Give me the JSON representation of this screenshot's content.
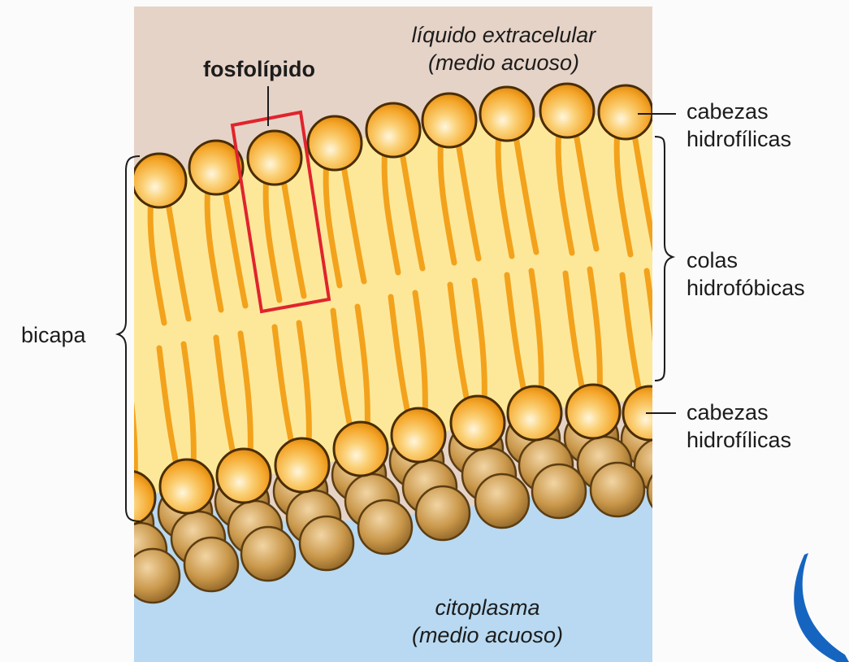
{
  "labels": {
    "extracellular_line1": "líquido extracelular",
    "extracellular_line2": "(medio acuoso)",
    "phospholipid": "fosfolípido",
    "heads_top_line1": "cabezas",
    "heads_top_line2": "hidrofílicas",
    "tails_line1": "colas",
    "tails_line2": "hidrofóbicas",
    "heads_bottom_line1": "cabezas",
    "heads_bottom_line2": "hidrofílicas",
    "bilayer": "bicapa",
    "cytoplasm_line1": "citoplasma",
    "cytoplasm_line2": "(medio acuoso)"
  },
  "colors": {
    "extracellular_fluid": "#e6d3c7",
    "cytoplasm": "#b8d9f1",
    "tail_region": "#fde89a",
    "tail": "#f3a21c",
    "head": "#f4a62a",
    "head_highlight": "#fff6dd",
    "back_head": "#c9974a",
    "highlight_box": "#e0242c",
    "logo": "#1565c0"
  },
  "icons": [
    "phospholipid-highlight-box",
    "bracket",
    "corner-logo-swoosh"
  ]
}
